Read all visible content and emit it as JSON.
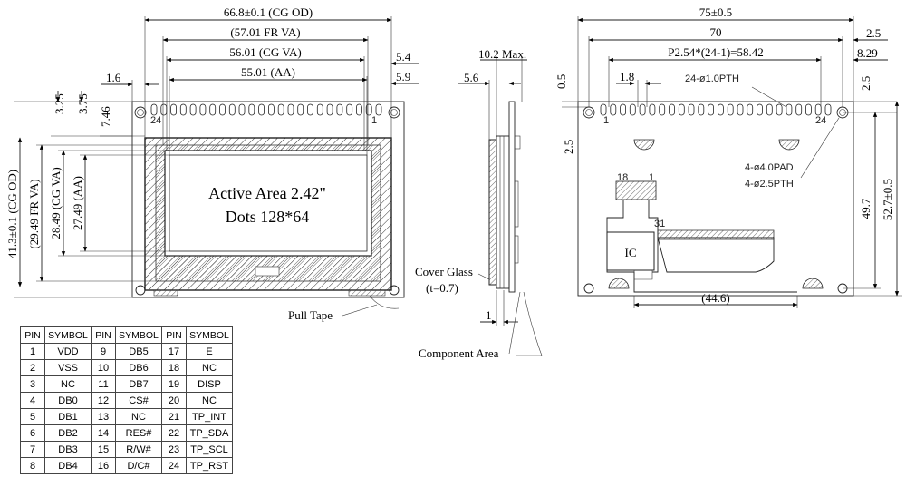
{
  "front_view": {
    "dimensions": {
      "cg_od_width": "66.8±0.1 (CG OD)",
      "fr_va_width": "(57.01 FR VA)",
      "cg_va_width": "56.01 (CG VA)",
      "aa_width": "55.01 (AA)",
      "left_offset": "1.6",
      "right_offset_1": "5.4",
      "right_offset_2": "5.9",
      "v_3_25": "3.25",
      "v_3_75": "3.75",
      "v_7_46": "7.46",
      "cg_od_height": "41.3±0.1 (CG OD)",
      "fr_va_height": "(29.49 FR VA)",
      "cg_va_height": "28.49 (CG VA)",
      "aa_height": "27.49 (AA)"
    },
    "pin_first": "24",
    "pin_last": "1",
    "active_area_line1": "Active Area 2.42\"",
    "active_area_line2": "Dots 128*64",
    "pull_tape": "Pull Tape"
  },
  "side_view": {
    "max_thickness": "10.2 Max.",
    "offset": "5.6",
    "cover_glass": "Cover Glass",
    "cover_glass_t": "(t=0.7)",
    "bottom_dim": "1",
    "component_area": "Component Area"
  },
  "rear_view": {
    "dimensions": {
      "width_total": "75±0.5",
      "width_70": "70",
      "right_2_5": "2.5",
      "pitch": "P2.54*(24-1)=58.42",
      "right_8_29": "8.29",
      "top_0_5": "0.5",
      "pitch_1_8": "1.8",
      "pth_24": "24-ø1.0PTH",
      "right_v_2_5": "2.5",
      "left_v_2_5": "2.5",
      "pad_4": "4-ø4.0PAD",
      "pth_4": "4-ø2.5PTH",
      "height_49_7": "49.7",
      "height_52_7": "52.7±0.5",
      "bottom_44_6": "(44.6)"
    },
    "pin_first": "1",
    "pin_last": "24",
    "ic_label": "IC",
    "fpc_pin_a": "18",
    "fpc_pin_b": "1",
    "fpc_pin_c": "31"
  },
  "pin_table": {
    "headers": [
      "PIN",
      "SYMBOL",
      "PIN",
      "SYMBOL",
      "PIN",
      "SYMBOL"
    ],
    "rows": [
      [
        "1",
        "VDD",
        "9",
        "DB5",
        "17",
        "E"
      ],
      [
        "2",
        "VSS",
        "10",
        "DB6",
        "18",
        "NC"
      ],
      [
        "3",
        "NC",
        "11",
        "DB7",
        "19",
        "DISP"
      ],
      [
        "4",
        "DB0",
        "12",
        "CS#",
        "20",
        "NC"
      ],
      [
        "5",
        "DB1",
        "13",
        "NC",
        "21",
        "TP_INT"
      ],
      [
        "6",
        "DB2",
        "14",
        "RES#",
        "22",
        "TP_SDA"
      ],
      [
        "7",
        "DB3",
        "15",
        "R/W#",
        "23",
        "TP_SCL"
      ],
      [
        "8",
        "DB4",
        "16",
        "D/C#",
        "24",
        "TP_RST"
      ]
    ]
  }
}
